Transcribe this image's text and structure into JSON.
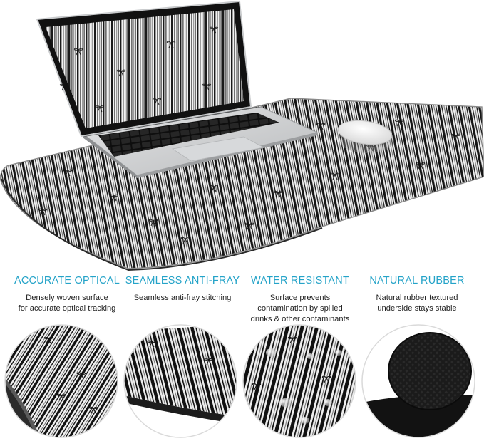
{
  "product": {
    "pattern": "black-and-white-stripes-with-bows",
    "colors": {
      "accent": "#24a3c8",
      "stripe_dark": "#111111",
      "stripe_light": "#ededed",
      "rubber": "#161616",
      "laptop_silver": "#c9cbcd",
      "keyboard": "#1b1b1b"
    }
  },
  "features": [
    {
      "title": "ACCURATE OPTICAL",
      "description": [
        "Densely woven surface",
        "for accurate optical tracking"
      ],
      "icon": "pad-rolled-edge-closeup"
    },
    {
      "title": "SEAMLESS ANTI-FRAY",
      "description": [
        "Seamless anti-fray stitching"
      ],
      "icon": "stitched-edge-closeup"
    },
    {
      "title": "WATER RESISTANT",
      "description": [
        "Surface prevents",
        "contamination by spilled",
        "drinks & other contaminants"
      ],
      "icon": "water-droplets-closeup"
    },
    {
      "title": "NATURAL RUBBER",
      "description": [
        "Natural rubber textured",
        "underside stays stable"
      ],
      "icon": "rubber-base-closeup"
    }
  ]
}
